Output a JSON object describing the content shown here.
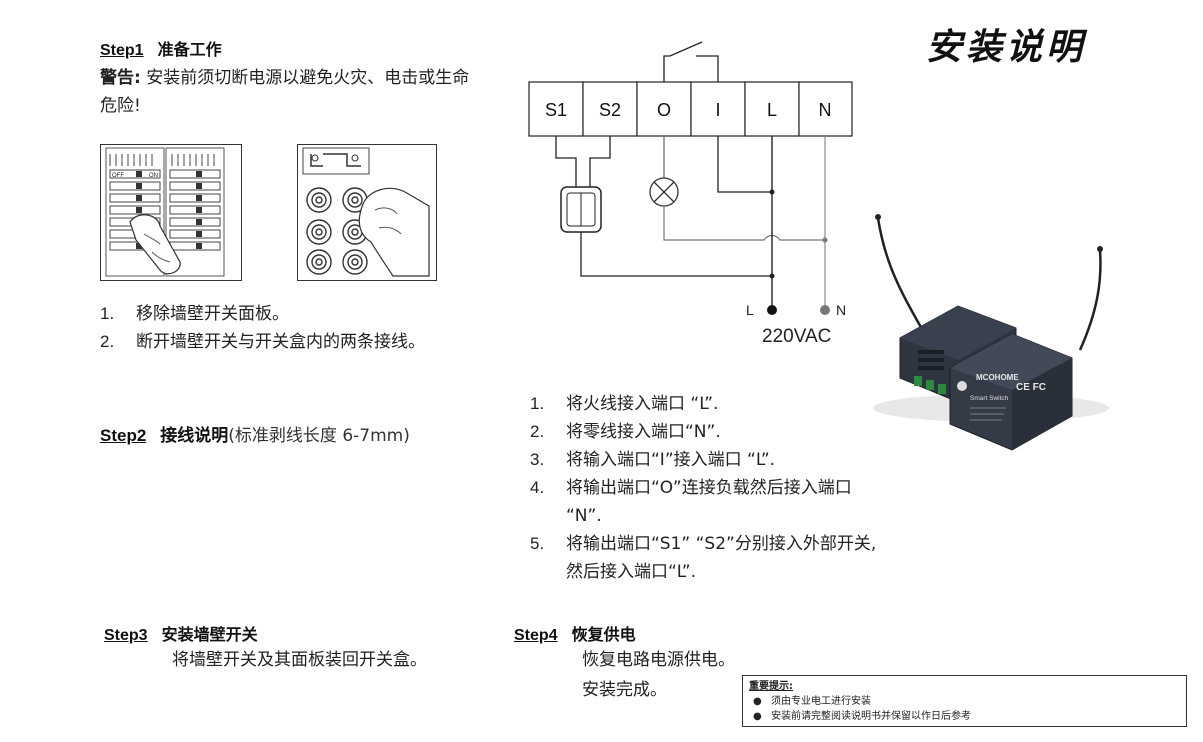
{
  "doc_title": "安装说明",
  "step1": {
    "num": "Step1",
    "title": "准备工作",
    "warning_label": "警告:",
    "warning_text": "安装前须切断电源以避免火灾、电击或生命危险!",
    "items": [
      {
        "n": "1.",
        "text": "移除墙壁开关面板。"
      },
      {
        "n": "2.",
        "text": "断开墙壁开关与开关盒内的两条接线。"
      }
    ],
    "breaker_labels": [
      "OFF",
      "ON"
    ]
  },
  "step2": {
    "num": "Step2",
    "title": "接线说明",
    "note": "(标准剥线长度 6-7mm)",
    "terminals": [
      "S1",
      "S2",
      "O",
      "I",
      "L",
      "N"
    ],
    "line_label": "L",
    "neutral_label": "N",
    "voltage": "220VAC",
    "items": [
      {
        "n": "1.",
        "text": "将火线接入端口 “L”."
      },
      {
        "n": "2.",
        "text": "将零线接入端口“N”."
      },
      {
        "n": "3.",
        "text": "将输入端口“I”接入端口 “L”."
      },
      {
        "n": "4.",
        "text": "将输出端口“O”连接负载然后接入端口 “N”."
      },
      {
        "n": "5.",
        "text": "将输出端口“S1” “S2”分别接入外部开关,然后接入端口“L”."
      }
    ]
  },
  "step3": {
    "num": "Step3",
    "title": "安装墙壁开关",
    "text": "将墙壁开关及其面板装回开关盒。"
  },
  "step4": {
    "num": "Step4",
    "title": "恢复供电",
    "lines": [
      "恢复电路电源供电。",
      "安装完成。"
    ]
  },
  "notice": {
    "heading": "重要提示:",
    "items": [
      "须由专业电工进行安装",
      "安装前请完整阅读说明书并保留以作日后参考"
    ]
  },
  "product": {
    "brand": "MCOHOME",
    "label": "Smart Switch",
    "marks": "CE FC"
  }
}
